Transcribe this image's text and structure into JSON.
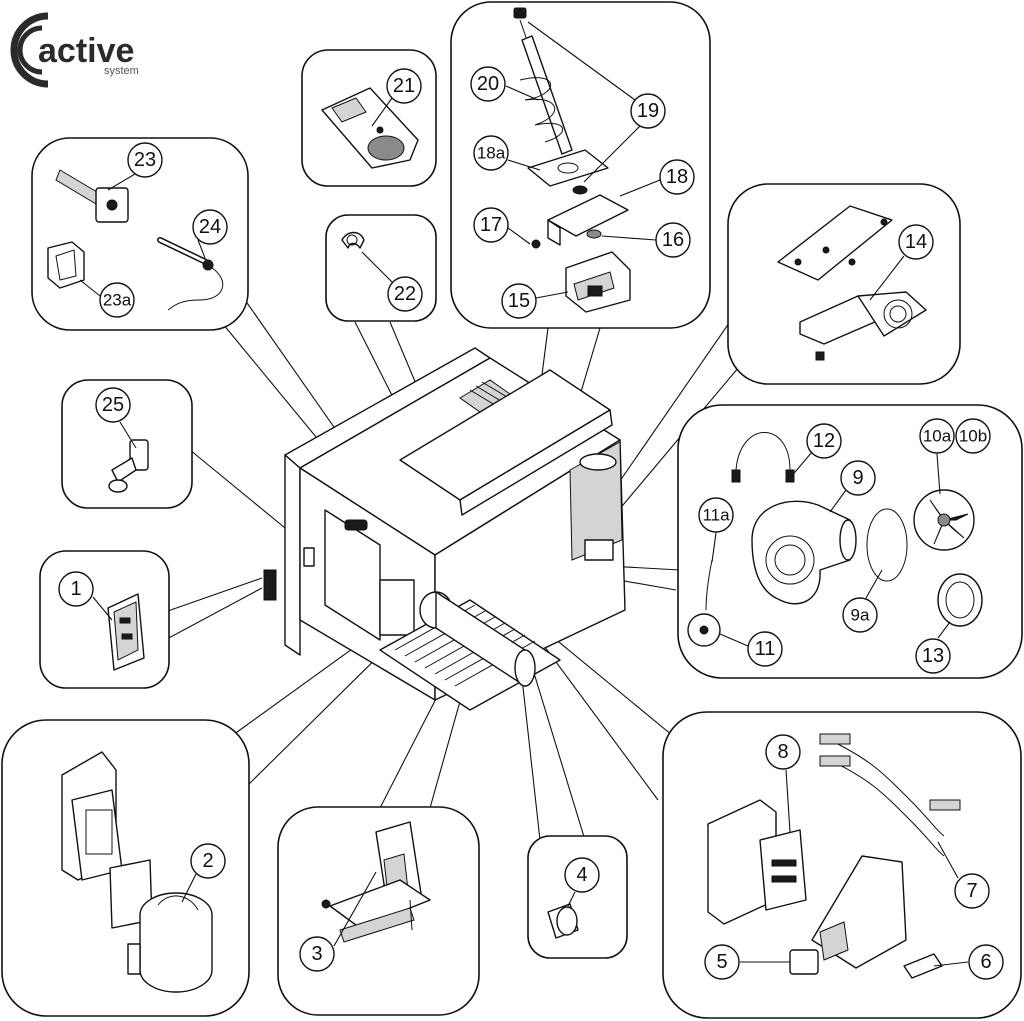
{
  "logo": {
    "word": "active",
    "sub": "system",
    "color": "#2b2b2b"
  },
  "callouts": {
    "c1": "1",
    "c2": "2",
    "c3": "3",
    "c4": "4",
    "c5": "5",
    "c6": "6",
    "c7": "7",
    "c8": "8",
    "c9": "9",
    "c9a": "9a",
    "c10a": "10a",
    "c10b": "10b",
    "c11": "11",
    "c11a": "11a",
    "c12": "12",
    "c13": "13",
    "c14": "14",
    "c15": "15",
    "c16": "16",
    "c17": "17",
    "c18": "18",
    "c18a": "18a",
    "c19": "19",
    "c20": "20",
    "c21": "21",
    "c22": "22",
    "c23": "23",
    "c23a": "23a",
    "c24": "24",
    "c25": "25"
  }
}
